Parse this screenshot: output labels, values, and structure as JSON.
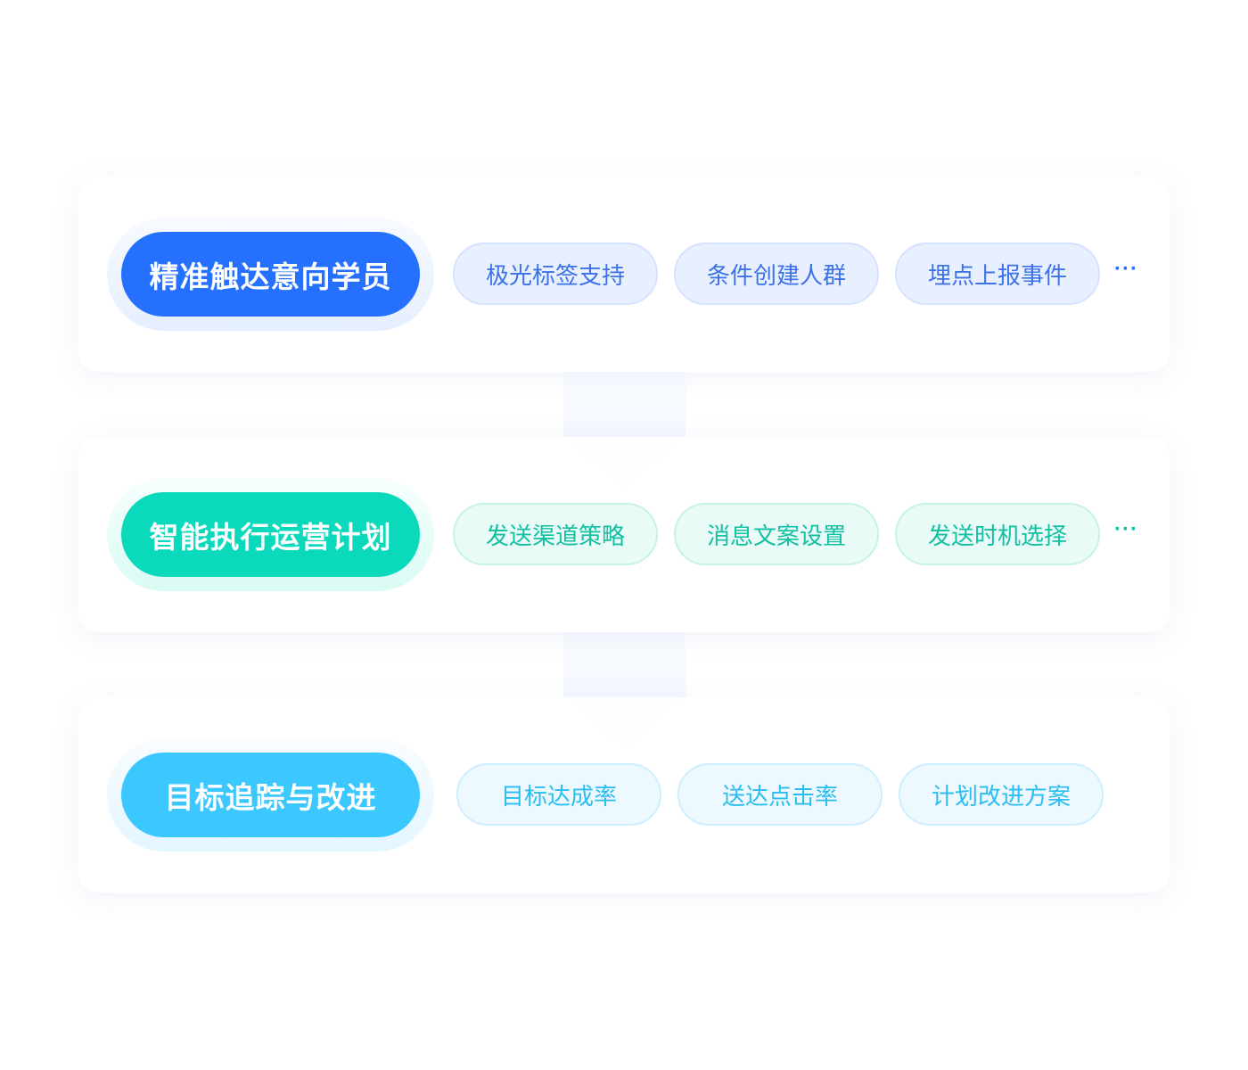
{
  "rows": [
    {
      "title": "精准触达意向学员",
      "tags": [
        "极光标签支持",
        "条件创建人群",
        "埋点上报事件"
      ],
      "more": "···",
      "color": "#2570ff"
    },
    {
      "title": "智能执行运营计划",
      "tags": [
        "发送渠道策略",
        "消息文案设置",
        "发送时机选择"
      ],
      "more": "···",
      "color": "#0bd9bc"
    },
    {
      "title": "目标追踪与改进",
      "tags": [
        "目标达成率",
        "送达点击率",
        "计划改进方案"
      ],
      "color": "#3cc8ff"
    }
  ]
}
